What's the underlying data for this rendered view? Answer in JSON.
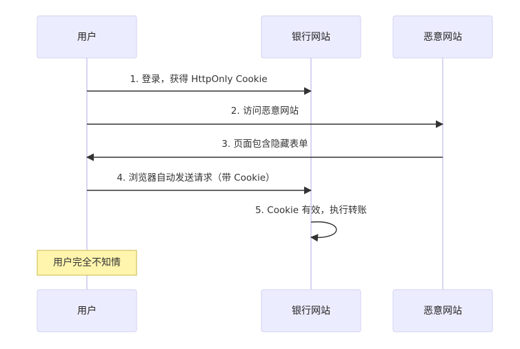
{
  "colors": {
    "actor_fill": "#ececff",
    "actor_stroke": "#d2d2f0",
    "lifeline": "#d8d6f2",
    "arrow": "#333333",
    "note_fill": "#fff5ad",
    "note_stroke": "#c7b94a"
  },
  "participants": [
    {
      "label": "用户"
    },
    {
      "label": "银行网站"
    },
    {
      "label": "恶意网站"
    }
  ],
  "messages": [
    {
      "label": "1. 登录，获得 HttpOnly Cookie",
      "from": 0,
      "to": 1
    },
    {
      "label": "2. 访问恶意网站",
      "from": 0,
      "to": 2
    },
    {
      "label": "3. 页面包含隐藏表单",
      "from": 2,
      "to": 0
    },
    {
      "label": "4. 浏览器自动发送请求（带 Cookie）",
      "from": 0,
      "to": 1
    },
    {
      "label": "5. Cookie 有效，执行转账",
      "from": 1,
      "to": 1
    }
  ],
  "note": {
    "label": "用户完全不知情",
    "over": 0
  }
}
